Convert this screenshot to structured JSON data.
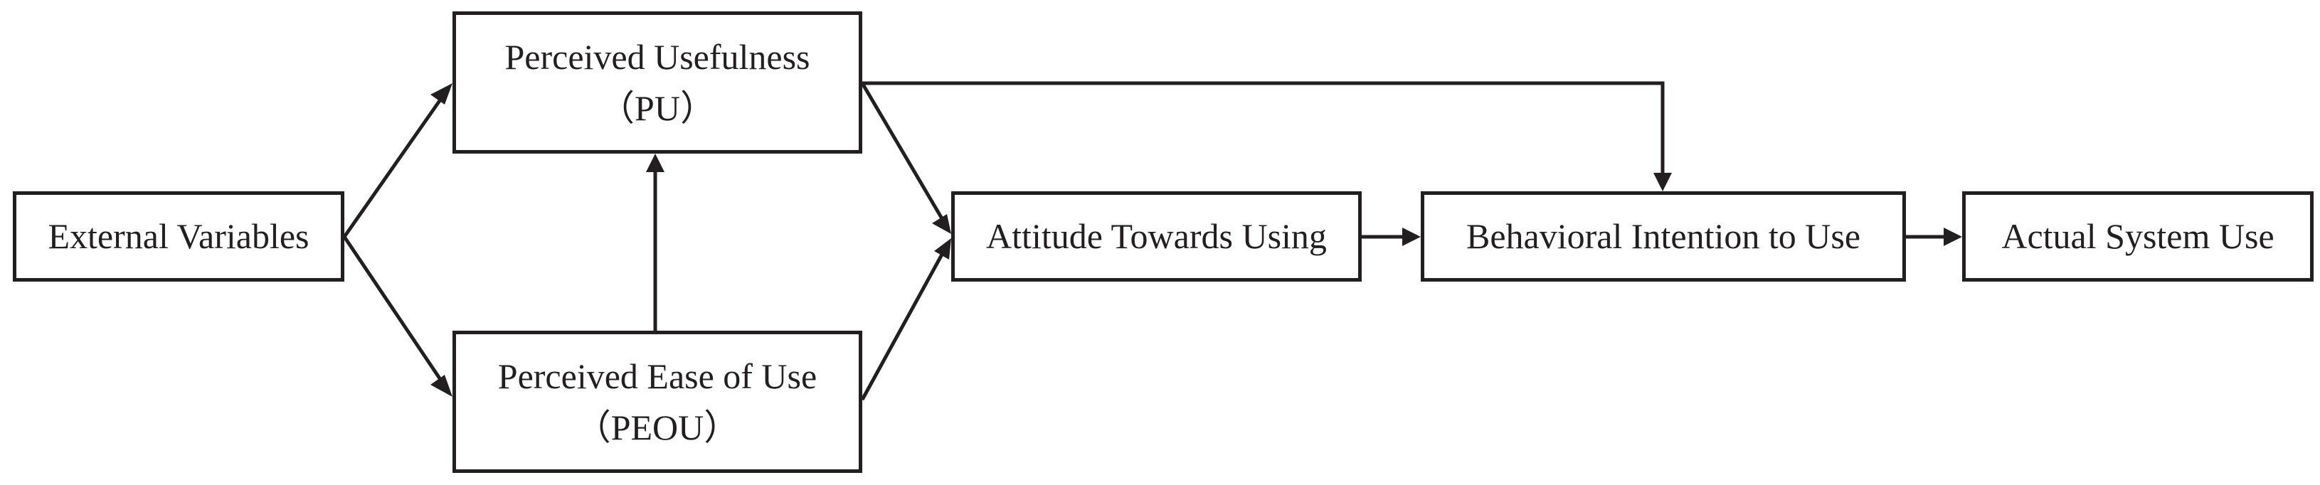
{
  "diagram": {
    "nodes": {
      "external_variables": {
        "label": "External Variables"
      },
      "perceived_usefulness": {
        "label": "Perceived Usefulness",
        "abbr": "（PU）"
      },
      "perceived_ease_of_use": {
        "label": "Perceived Ease of Use",
        "abbr": "（PEOU）"
      },
      "attitude_towards_using": {
        "label": "Attitude Towards Using"
      },
      "behavioral_intention": {
        "label": "Behavioral Intention to Use"
      },
      "actual_system_use": {
        "label": "Actual System Use"
      }
    },
    "edges": [
      {
        "from": "External Variables",
        "to": "Perceived Usefulness"
      },
      {
        "from": "External Variables",
        "to": "Perceived Ease of Use"
      },
      {
        "from": "Perceived Ease of Use",
        "to": "Perceived Usefulness"
      },
      {
        "from": "Perceived Usefulness",
        "to": "Attitude Towards Using"
      },
      {
        "from": "Perceived Ease of Use",
        "to": "Attitude Towards Using"
      },
      {
        "from": "Perceived Usefulness",
        "to": "Behavioral Intention to Use"
      },
      {
        "from": "Attitude Towards Using",
        "to": "Behavioral Intention to Use"
      },
      {
        "from": "Behavioral Intention to Use",
        "to": "Actual System Use"
      }
    ],
    "colors": {
      "stroke": "#231f20",
      "background": "#ffffff"
    }
  }
}
